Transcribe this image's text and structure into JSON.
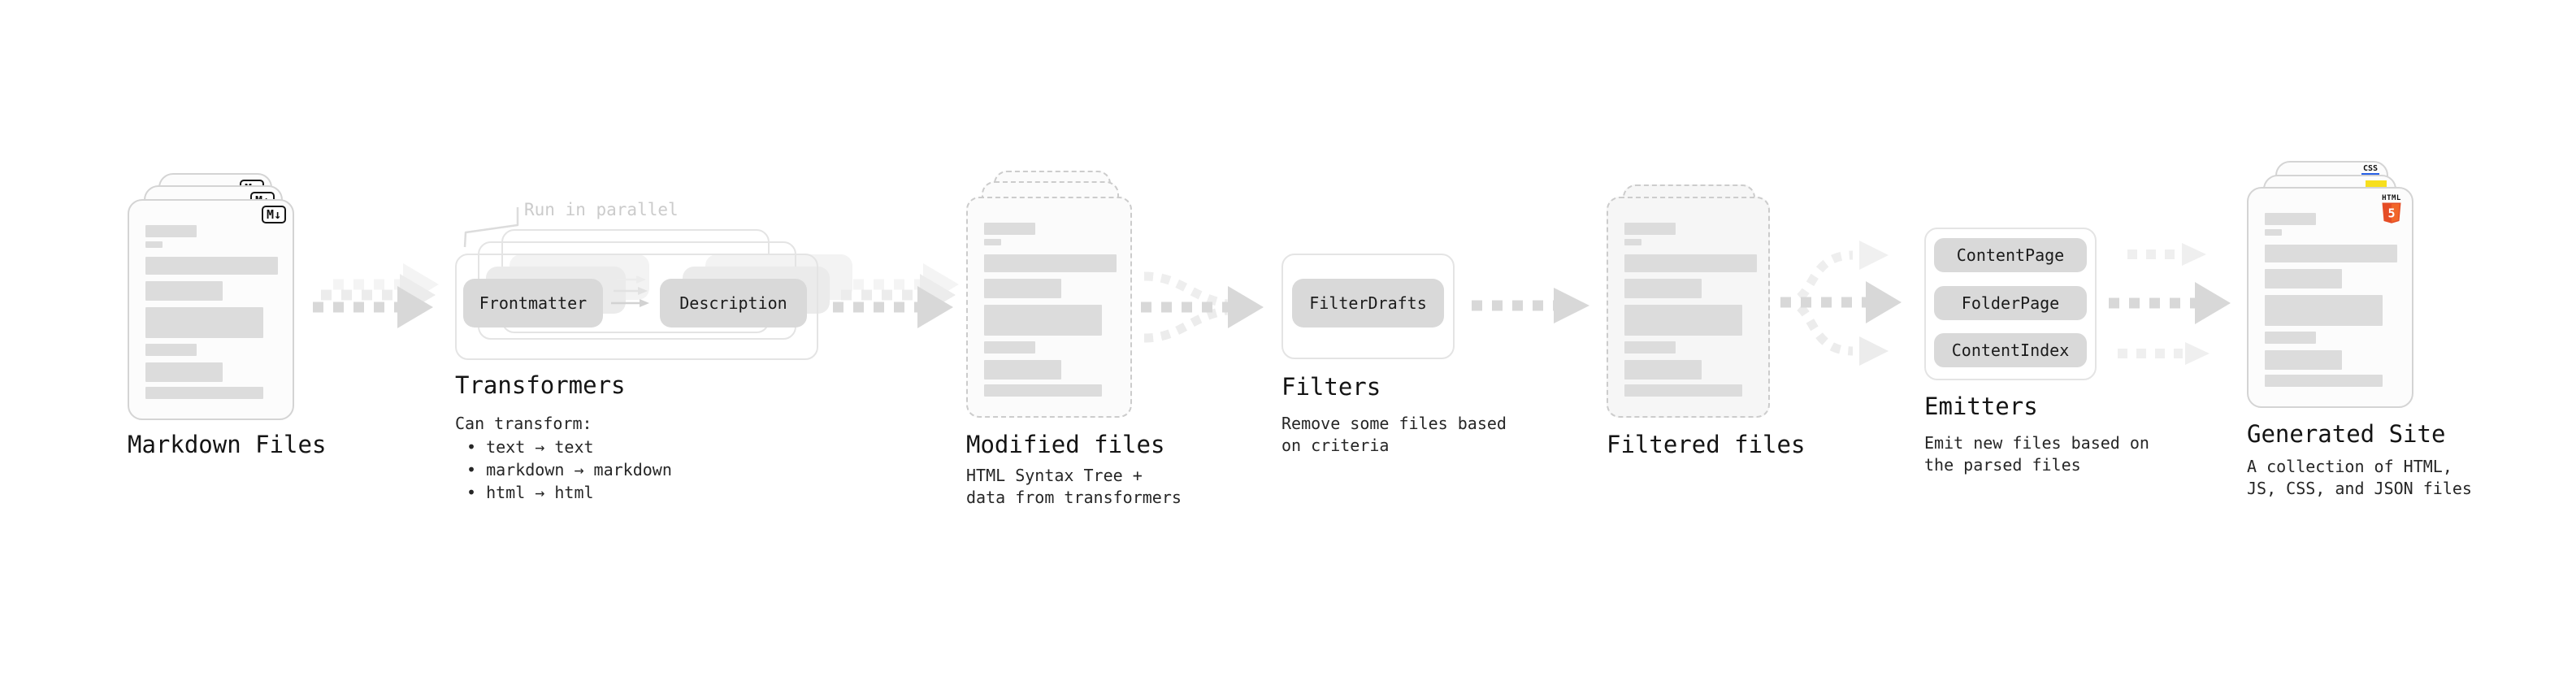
{
  "stages": {
    "markdown": {
      "label": "Markdown Files",
      "badge": "M↓"
    },
    "transformers": {
      "label": "Transformers",
      "annotation": "Run in parallel",
      "node1": "Frontmatter",
      "node2": "Description",
      "desc": "Can transform:",
      "bullet1": "• text → text",
      "bullet2": "• markdown → markdown",
      "bullet3": "• html → html"
    },
    "modified": {
      "label": "Modified files",
      "desc1": "HTML Syntax Tree +",
      "desc2": "data from transformers"
    },
    "filters": {
      "label": "Filters",
      "node1": "FilterDrafts",
      "desc1": "Remove some files based",
      "desc2": "on criteria"
    },
    "filtered": {
      "label": "Filtered files"
    },
    "emitters": {
      "label": "Emitters",
      "node1": "ContentPage",
      "node2": "FolderPage",
      "node3": "ContentIndex",
      "desc1": "Emit new files based on",
      "desc2": "the parsed files"
    },
    "generated": {
      "label": "Generated Site",
      "desc1": "A collection of HTML,",
      "desc2": "JS, CSS, and JSON files",
      "badge_css": "CSS",
      "badge_html_word": "HTML",
      "badge_html_num": "5"
    }
  },
  "colors": {
    "js_yellow": "#f7df1e",
    "css_blue": "#2760e5",
    "html_orange": "#e54d26",
    "node_gray": "#d9d9d9",
    "arrow_gray": "#d8d8d8"
  }
}
